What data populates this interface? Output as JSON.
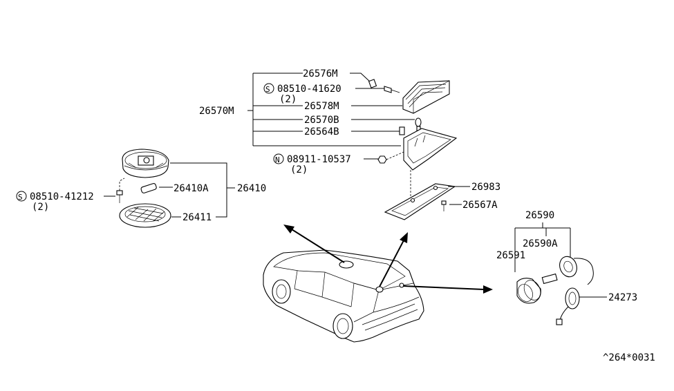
{
  "labels": {
    "p26576M": "26576M",
    "p08510_41620": "08510-41620",
    "q2_a": "(2)",
    "p26578M": "26578M",
    "p26570M": "26570M",
    "p26570B": "26570B",
    "p26564B": "26564B",
    "p08911_10537": "08911-10537",
    "q2_b": "(2)",
    "p26983": "26983",
    "p26567A": "26567A",
    "p26410A": "26410A",
    "p26410": "26410",
    "p08510_41212": "08510-41212",
    "q2_c": "(2)",
    "p26411": "26411",
    "p26590": "26590",
    "p26590A": "26590A",
    "p26591": "26591",
    "p24273": "24273",
    "ref_code": "^264*0031"
  },
  "symbols": {
    "screw": "S",
    "nut": "N"
  }
}
